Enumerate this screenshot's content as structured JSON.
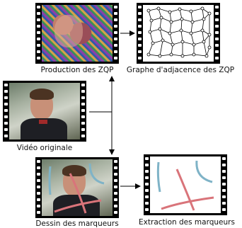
{
  "labels": {
    "zqp_production": "Production des ZQP",
    "zqp_graph": "Graphe d'adjacence des ZQP",
    "original_video": "Vidéo originale",
    "marker_drawing": "Dessin des marqueurs",
    "marker_extraction": "Extraction des marqueurs"
  },
  "colors": {
    "film": "#000000",
    "marker_blue": "#7fb3c7",
    "marker_red": "#d9747a",
    "arrow": "#000000"
  },
  "icons": {
    "arrow": "arrow-icon",
    "film_strip": "film-strip-icon"
  }
}
